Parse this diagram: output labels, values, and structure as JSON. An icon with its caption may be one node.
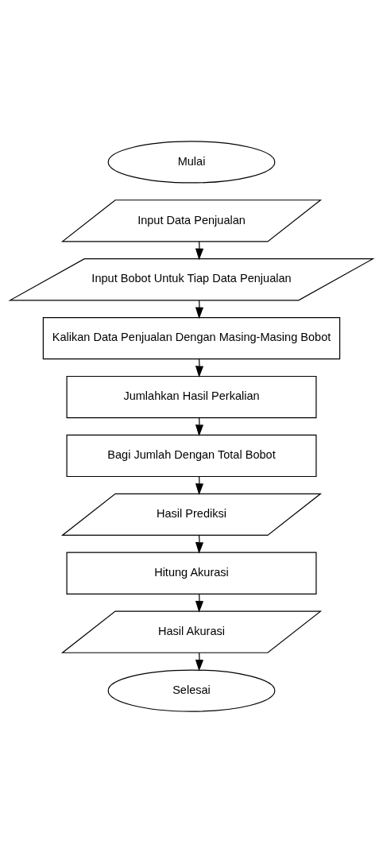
{
  "diagram": {
    "nodes": [
      {
        "text": [
          "Mulai"
        ]
      },
      {
        "text": [
          "Input Data Penjualan"
        ]
      },
      {
        "text": [
          "Input Bobot Untuk Tiap Data Penjualan"
        ]
      },
      {
        "text": [
          "Kalikan Data Penjualan Dengan Masing-Masing Bobot"
        ]
      },
      {
        "text": [
          "Jumlahkan Hasil Perkalian"
        ]
      },
      {
        "text": [
          "Bagi Jumlah Dengan Total Bobot"
        ]
      },
      {
        "text": [
          "Hasil Prediksi"
        ]
      },
      {
        "text": [
          "Hitung Akurasi"
        ]
      },
      {
        "text": [
          "Hasil Akurasi"
        ]
      },
      {
        "text": [
          "Selesai"
        ]
      }
    ],
    "edges": [
      {
        "from": 1,
        "to": 2,
        "arrow": "to"
      },
      {
        "from": 2,
        "to": 3,
        "arrow": "to"
      },
      {
        "from": 3,
        "to": 4,
        "arrow": "to"
      },
      {
        "from": 4,
        "to": 5,
        "arrow": "to"
      },
      {
        "from": 5,
        "to": 6,
        "arrow": "to"
      },
      {
        "from": 6,
        "to": 7,
        "arrow": "to"
      },
      {
        "from": 7,
        "to": 8,
        "arrow": "to"
      },
      {
        "from": 8,
        "to": 9,
        "arrow": "to"
      }
    ]
  }
}
